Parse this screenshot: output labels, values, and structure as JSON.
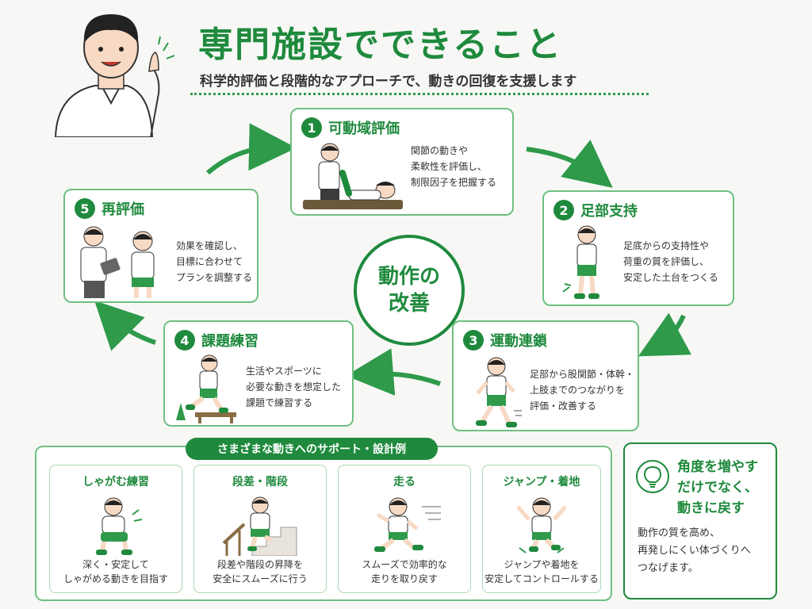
{
  "header": {
    "title": "専門施設でできること",
    "subtitle": "科学的評価と段階的なアプローチで、動きの回復を支援します"
  },
  "steps": [
    {
      "num": "1",
      "title": "可動域評価",
      "desc": "関節の動きや\n柔軟性を評価し、\n制限因子を把握する",
      "icon": "therapist-patient-icon"
    },
    {
      "num": "2",
      "title": "足部支持",
      "desc": "足底からの支持性や\n荷重の質を評価し、\n安定した土台をつくる",
      "icon": "standing-child-icon"
    },
    {
      "num": "3",
      "title": "運動連鎖",
      "desc": "足部から股関節・体幹・\n上肢までのつながりを\n評価・改善する",
      "icon": "walking-child-icon"
    },
    {
      "num": "4",
      "title": "課題練習",
      "desc": "生活やスポーツに\n必要な動きを想定した\n課題で練習する",
      "icon": "stepping-child-icon"
    },
    {
      "num": "5",
      "title": "再評価",
      "desc": "効果を確認し、\n目標に合わせて\nプランを調整する",
      "icon": "consultation-icon"
    }
  ],
  "center": {
    "label": "動作の\n改善"
  },
  "examples": {
    "heading": "さまざまな動きへのサポート・設計例",
    "items": [
      {
        "title": "しゃがむ練習",
        "desc": "深く・安定して\nしゃがめる動きを目指す",
        "icon": "squat-icon"
      },
      {
        "title": "段差・階段",
        "desc": "段差や階段の昇降を\n安全にスムーズに行う",
        "icon": "stairs-icon"
      },
      {
        "title": "走る",
        "desc": "スムーズで効率的な\n走りを取り戻す",
        "icon": "running-icon"
      },
      {
        "title": "ジャンプ・着地",
        "desc": "ジャンプや着地を\n安定してコントロールする",
        "icon": "jump-icon"
      }
    ]
  },
  "sidebox": {
    "title": "角度を増やす\nだけでなく、\n動きに戻す",
    "desc": "動作の質を高め、\n再発しにくい体づくりへ\nつなげます。",
    "icon": "lightbulb-icon"
  },
  "colors": {
    "accent": "#1f8a3d",
    "border": "#6fbf82",
    "background": "#f7f8f6"
  }
}
